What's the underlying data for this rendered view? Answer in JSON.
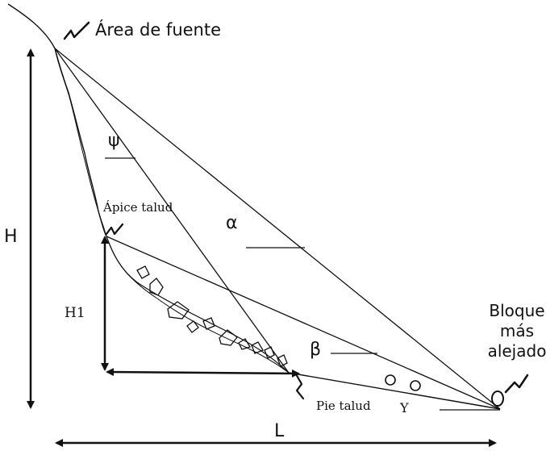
{
  "labels": {
    "source_area": "Área de fuente",
    "slope_apex": "Ápice talud",
    "slope_toe": "Pie talud",
    "farthest_block_line1": "Bloque",
    "farthest_block_line2": "más",
    "farthest_block_line3": "alejado",
    "H": "H",
    "H1": "H1",
    "L": "L",
    "psi": "ψ",
    "alpha": "α",
    "beta": "β",
    "gamma": "Y"
  },
  "colors": {
    "ink": "#111111",
    "background": "#ffffff"
  }
}
